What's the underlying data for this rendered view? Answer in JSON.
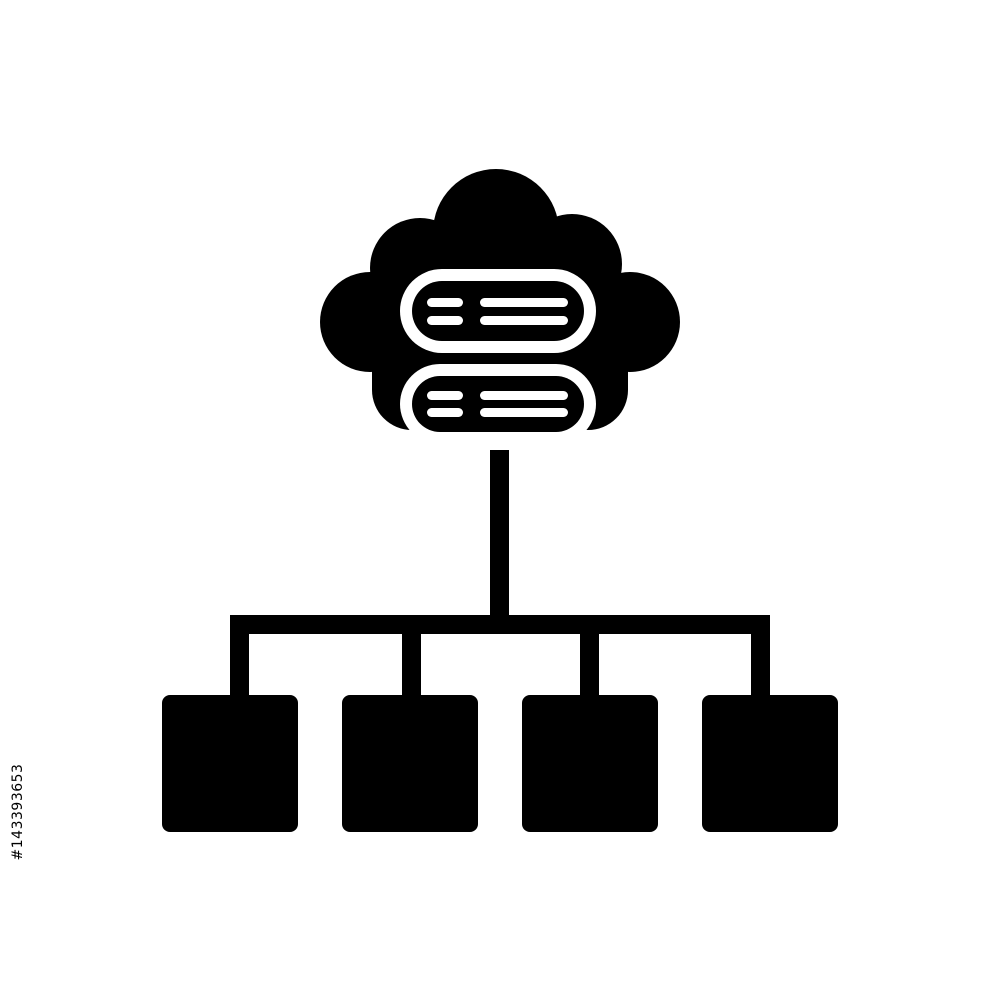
{
  "icon": {
    "name": "cloud-server-network-icon",
    "fill_color": "#000000",
    "background_color": "#ffffff",
    "server_units": 2,
    "child_nodes": 4
  },
  "watermark": {
    "id_text": "#143393653"
  }
}
